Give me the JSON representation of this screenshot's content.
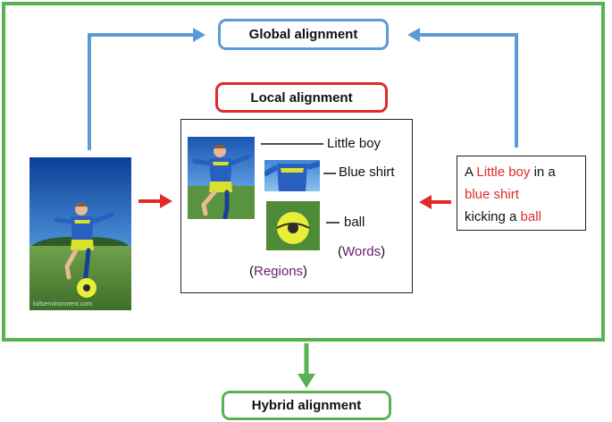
{
  "labels": {
    "global": "Global alignment",
    "local": "Local alignment",
    "hybrid": "Hybrid alignment"
  },
  "phrases": {
    "little_boy": "Little boy",
    "blue_shirt": "Blue shirt",
    "ball": "ball"
  },
  "annotations": {
    "regions": "Regions",
    "words": "Words"
  },
  "sentence": {
    "p1": "A ",
    "p2": "Little boy",
    "p3": " in a ",
    "p4": "blue shirt",
    "p5": " kicking a ",
    "p6": "ball"
  },
  "watermark": "kidsenvironment.com",
  "colors": {
    "global_border": "#5b9bd5",
    "local_border": "#e02a2a",
    "hybrid_border": "#58b254",
    "highlight": "#e02a2a",
    "annotation": "#6a1b6e"
  }
}
